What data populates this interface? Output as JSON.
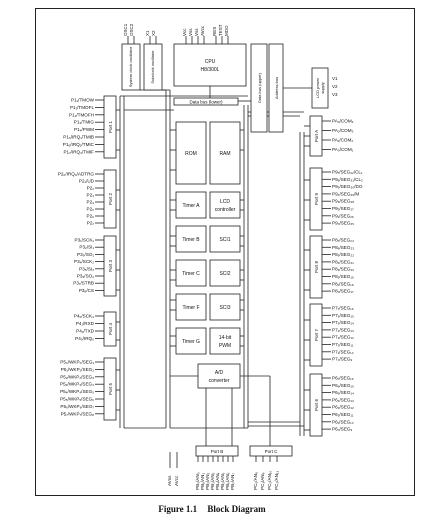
{
  "caption": {
    "number": "Figure 1.1",
    "title": "Block Diagram"
  },
  "top_pins": {
    "osc": [
      "OSC1",
      "OSC2"
    ],
    "x": [
      "X1",
      "X2"
    ],
    "power": [
      "Vcc",
      "Vss",
      "Vss",
      "AVcc"
    ],
    "ctrl": [
      "RES",
      "TEST",
      "MDO"
    ]
  },
  "blocks": {
    "sysclock": "System clock oscillator",
    "subclock": "Subclock oscillator",
    "cpu": [
      "CPU",
      "H8/300L"
    ],
    "databus_lower": "Data bus (lower)",
    "databus_upper": "Data bus (upper)",
    "addressbus": "Address bus",
    "rom": "ROM",
    "ram": "RAM",
    "timer_a": "Timer A",
    "lcd": [
      "LCD",
      "controller"
    ],
    "timer_b": "Timer B",
    "sci1": "SCI1",
    "timer_c": "Timer C",
    "sci2": "SCI2",
    "timer_f": "Timer F",
    "sci3": "SCI3",
    "timer_g": "Timer G",
    "pwm": [
      "14-bit",
      "PWM"
    ],
    "adc": [
      "A/D",
      "converter"
    ],
    "lcd_power": [
      "LCD power",
      "supply"
    ]
  },
  "ports": {
    "port1": "Port 1",
    "port2": "Port 2",
    "port3": "Port 3",
    "port4": "Port 4",
    "port5": "Port 5",
    "port6": "Port 6",
    "port7": "Port 7",
    "port8": "Port 8",
    "port9": "Port 9",
    "porta": "Port A",
    "portb": "Port B",
    "portc": "Port C"
  },
  "lcd_v": [
    "V1",
    "V2",
    "V3"
  ],
  "pins_left": {
    "port1": [
      "P1₁/TMOW",
      "P1₁/TMOFL",
      "P1₂/TMOFH",
      "P1₃/TMIG",
      "P1₄/PWM",
      "P1₅/IRQ₁/TMIB",
      "P1₆/IRQ₂/TMIC",
      "P1₇/IRQ₃/TMIF"
    ],
    "port2": [
      "P2₀/IRQ₄/ADTRG",
      "P2₁/UD",
      "P2₂",
      "P2₃",
      "P2₄",
      "P2₅",
      "P2₆",
      "P2₇"
    ],
    "port3": [
      "P3₁/SCK₁",
      "P3₂/SI₁",
      "P3₃/SO₁",
      "P3₄/SCK₂",
      "P3₅/SI₂",
      "P3₆/SO₂",
      "P3₇/STRB",
      "P3₈/CS"
    ],
    "port4": [
      "P4₀/SCK₃",
      "P4₁/RXD",
      "P4₂/TXD",
      "P4₃/IRQ₀"
    ],
    "port5": [
      "P5₀/WKP₀/SEG₁",
      "P5₁/WKP₁/SEG₂",
      "P5₂/WKP₂/SEG₃",
      "P5₃/WKP₃/SEG₄",
      "P5₄/WKP₄/SEG₅",
      "P5₅/WKP₅/SEG₆",
      "P5₆/WKP₆/SEG₇",
      "P5₇/WKP₇/SEG₈"
    ]
  },
  "pins_right": {
    "porta": [
      "PA₃/COM₄",
      "PA₂/COM₃",
      "PA₁/COM₂",
      "PA₀/COM₁"
    ],
    "port9": [
      "P9₇/SEG₃₂/CL₁",
      "P9₆/SEG₃₁/CL₂",
      "P9₅/SEG₃₀/DO",
      "P9₄/SEG₂₉/M",
      "P9₃/SEG₂₈",
      "P9₂/SEG₂₇",
      "P9₁/SEG₂₆",
      "P9₀/SEG₂₅"
    ],
    "port8": [
      "P8₇/SEG₂₄",
      "P8₆/SEG₂₃",
      "P8₅/SEG₂₂",
      "P8₄/SEG₂₁",
      "P8₃/SEG₂₀",
      "P8₂/SEG₁₉",
      "P8₁/SEG₁₈",
      "P8₀/SEG₁₇"
    ],
    "port7": [
      "P7₇/SEG₁₆",
      "P7₆/SEG₁₅",
      "P7₅/SEG₁₄",
      "P7₄/SEG₁₃",
      "P7₃/SEG₁₂",
      "P7₂/SEG₁₁",
      "P7₁/SEG₁₀",
      "P7₀/SEG₉"
    ],
    "port6": [
      "P6₇/SEG₁₆",
      "P6₆/SEG₁₅",
      "P6₅/SEG₁₄",
      "P6₄/SEG₁₃",
      "P6₃/SEG₁₂",
      "P6₂/SEG₁₁",
      "P6₁/SEG₁₀",
      "P6₀/SEG₉"
    ]
  },
  "pins_bottom": {
    "avss": [
      "AVss",
      "AVcc"
    ],
    "portb": [
      "PB₀/AN₀",
      "PB₁/AN₁",
      "PB₂/AN₂",
      "PB₃/AN₃",
      "PB₄/AN₄",
      "PB₅/AN₅",
      "PB₆/AN₆",
      "PB₇/AN₇"
    ],
    "portc": [
      "PC₀/AN₈",
      "PC₁/AN₉",
      "PC₂/AN₁₀",
      "PC₃/AN₁₁"
    ]
  }
}
